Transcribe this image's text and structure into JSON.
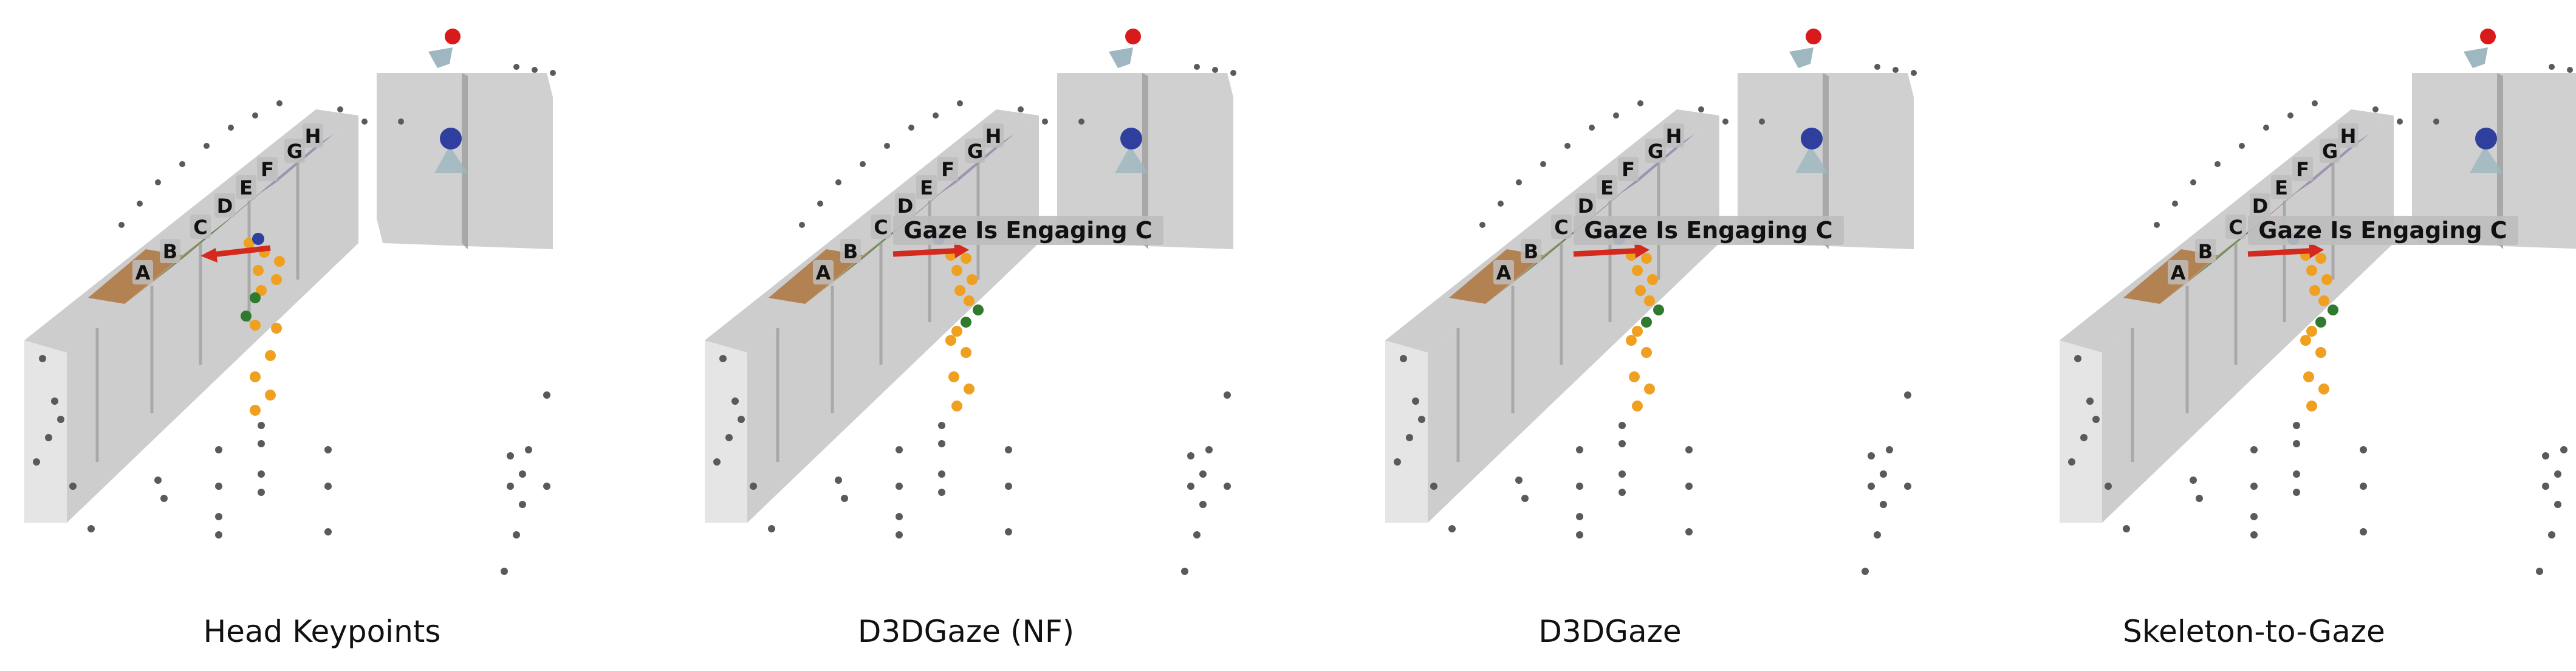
{
  "panels": [
    {
      "caption": "Head Keypoints",
      "annotation": "",
      "gaze_direction": "left",
      "gaze_dot_trail": "straight"
    },
    {
      "caption": "D3DGaze (NF)",
      "annotation": "Gaze Is Engaging C",
      "gaze_direction": "right",
      "gaze_dot_trail": "curved"
    },
    {
      "caption": "D3DGaze",
      "annotation": "Gaze Is Engaging C",
      "gaze_direction": "right",
      "gaze_dot_trail": "curved"
    },
    {
      "caption": "Skeleton-to-Gaze",
      "annotation": "Gaze Is Engaging C",
      "gaze_direction": "right",
      "gaze_dot_trail": "curved"
    }
  ],
  "shelf_labels": [
    "A",
    "B",
    "C",
    "D",
    "E",
    "F",
    "G",
    "H"
  ],
  "colors": {
    "shelf_gray": "#c9c9c9",
    "shelf_orange": "#b07a45",
    "shelf_green": "#4f7f48",
    "shelf_red": "#9a5a52",
    "shelf_purple": "#8c7aa8",
    "gaze_arrow": "#d42a1e",
    "head_keypoint": "#2e3f9e",
    "camera_marker": "#d91a1a",
    "trail_orange": "#f0a020",
    "trail_green": "#2f7a2f",
    "point_gray": "#5a5a5a"
  }
}
